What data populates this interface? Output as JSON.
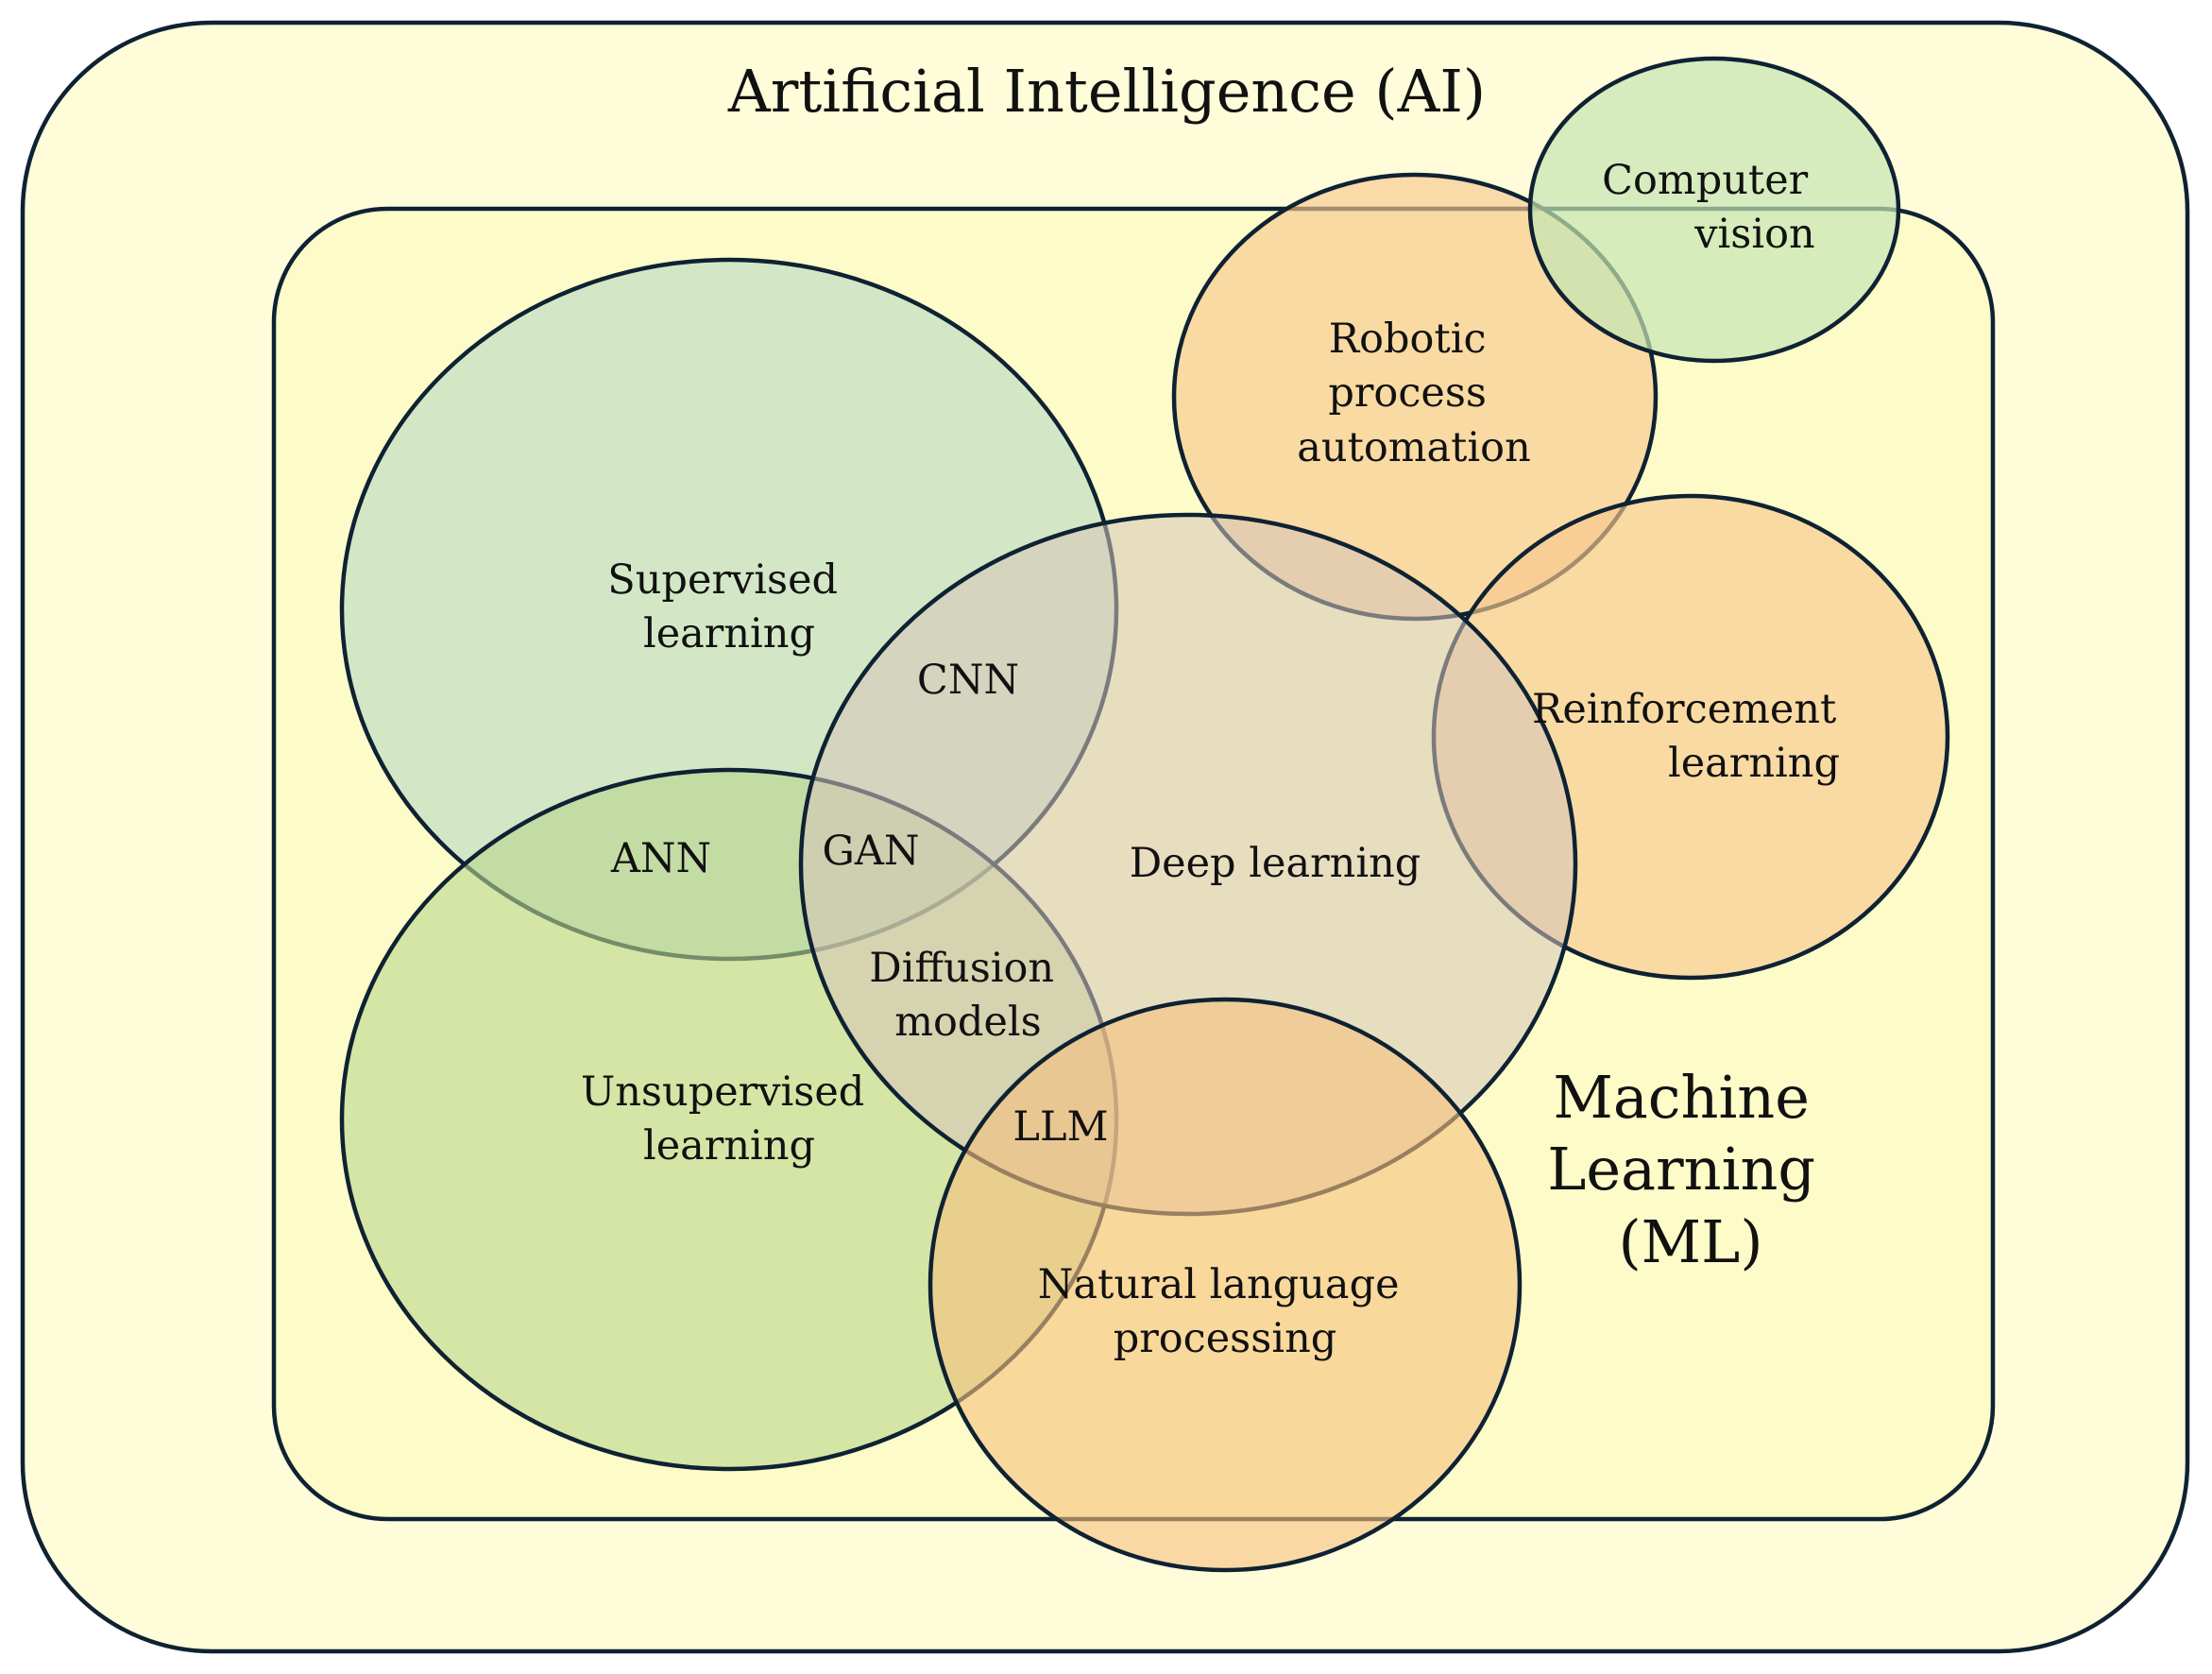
{
  "title": "Artificial Intelligence (AI)",
  "machine_learning": {
    "label_lines": [
      "Machine",
      "Learning",
      "(ML)"
    ]
  },
  "regions": {
    "computer_vision": [
      "Computer",
      "vision"
    ],
    "rpa": [
      "Robotic",
      "process",
      "automation"
    ],
    "supervised": [
      "Supervised",
      "learning"
    ],
    "unsupervised": [
      "Unsupervised",
      "learning"
    ],
    "deep_learning": [
      "Deep learning"
    ],
    "reinforcement": [
      "Reinforcement",
      "learning"
    ],
    "nlp": [
      "Natural language",
      "processing"
    ]
  },
  "overlaps": {
    "cnn": "CNN",
    "ann": "ANN",
    "gan": "GAN",
    "diffusion": [
      "Diffusion",
      "models"
    ],
    "llm": "LLM"
  },
  "colors": {
    "ai_fill": "#fefcd9",
    "ml_fill": "#fdfcc8",
    "stroke": "#0e2233",
    "green_fill": "#b8d9c4",
    "lime_fill": "#c6de9c",
    "orange_fill": "#f7c88f",
    "tan_fill": "#d6c4b9",
    "cv_fill": "#c4e6b4"
  }
}
